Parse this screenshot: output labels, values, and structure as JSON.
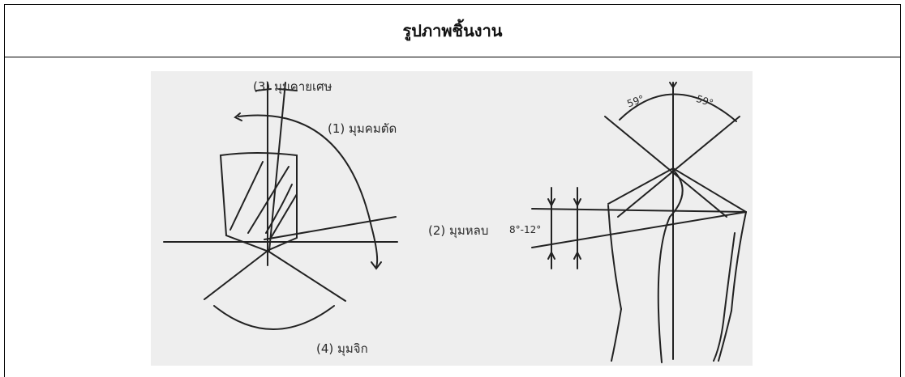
{
  "document": {
    "title": "รูปภาพชิ้นงาน"
  },
  "figure": {
    "labels": {
      "clearance_angle": "(3) มุมคายเศษ",
      "cutting_edge_angle": "(1) มุมคมตัด",
      "rake_angle": "(2) มุมหลบ",
      "point_angle": "(4) มุมจิก",
      "lip_relief_range": "8°-12°",
      "half_angle_left": "59°",
      "half_angle_right": "59°"
    }
  }
}
